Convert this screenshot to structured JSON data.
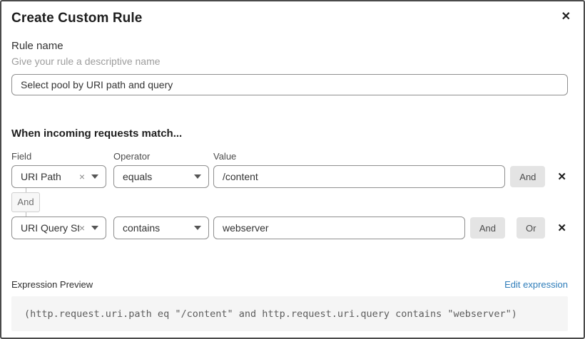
{
  "dialog": {
    "title": "Create Custom Rule",
    "close_glyph": "✕"
  },
  "rule_name": {
    "label": "Rule name",
    "helper": "Give your rule a descriptive name",
    "value": "Select pool by URI path and query"
  },
  "match_section": {
    "heading": "When incoming requests match...",
    "columns": {
      "field": "Field",
      "operator": "Operator",
      "value": "Value"
    },
    "rows": [
      {
        "field": "URI Path",
        "clear_glyph": "×",
        "operator": "equals",
        "value": "/content",
        "and_label": "And",
        "delete_glyph": "✕"
      },
      {
        "field": "URI Query St...",
        "clear_glyph": "×",
        "operator": "contains",
        "value": "webserver",
        "and_label": "And",
        "or_label": "Or",
        "delete_glyph": "✕"
      }
    ],
    "connector_label": "And"
  },
  "expression": {
    "label": "Expression Preview",
    "edit_link": "Edit expression",
    "code": "(http.request.uri.path eq \"/content\" and http.request.uri.query contains \"webserver\")"
  },
  "colors": {
    "link_blue": "#2d7cb9",
    "button_gray": "#e4e4e4",
    "border_gray": "#8f8f8f",
    "code_bg": "#f5f5f5"
  }
}
